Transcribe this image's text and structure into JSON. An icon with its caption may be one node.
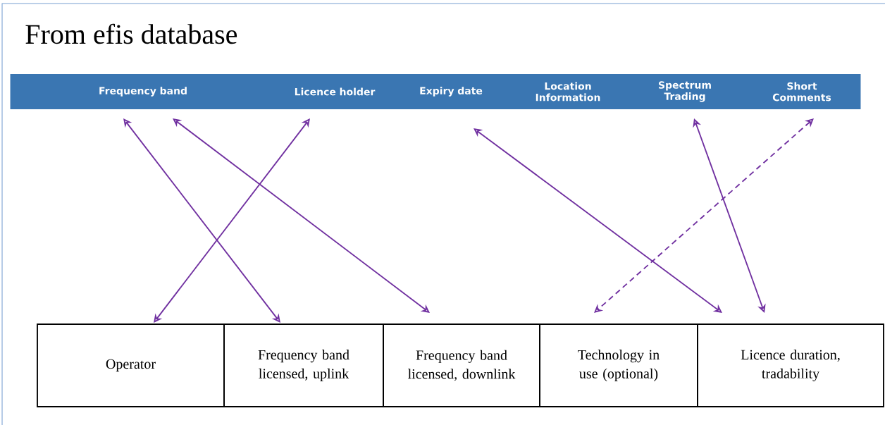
{
  "diagram": {
    "title": "From efis database",
    "nodes": [
      {
        "text": [],
        "shape": "bar"
      },
      {
        "text": [
          "Frequency band"
        ],
        "in": 0
      },
      {
        "text": [
          "Licence holder"
        ],
        "in": 0
      },
      {
        "text": [
          "Expiry date"
        ],
        "in": 0
      },
      {
        "text": [
          "Location Information"
        ],
        "in": 0
      },
      {
        "text": [
          "Spectrum Trading"
        ],
        "in": 0
      },
      {
        "text": [
          "Short Comments"
        ],
        "in": 0
      },
      {
        "text": [
          "Operator"
        ]
      },
      {
        "text": [
          "Frequency band licensed, uplink"
        ]
      },
      {
        "text": [
          "Frequency band licensed, downlink"
        ]
      },
      {
        "text": [
          "Technology in use (optional)"
        ]
      },
      {
        "text": [
          "Licence duration, tradability"
        ]
      }
    ],
    "edges": [
      {
        "from": 1,
        "to": 8,
        "arrow": "both",
        "color": "#7030a0"
      },
      {
        "from": 1,
        "to": 9,
        "arrow": "both",
        "color": "#7030a0"
      },
      {
        "from": 2,
        "to": 7,
        "arrow": "both",
        "color": "#7030a0"
      },
      {
        "from": 3,
        "to": 11,
        "arrow": "both",
        "color": "#7030a0"
      },
      {
        "from": 5,
        "to": 11,
        "arrow": "both",
        "color": "#7030a0"
      },
      {
        "from": 6,
        "to": 10,
        "arrow": "both",
        "style": "dashed",
        "color": "#7030a0"
      }
    ]
  }
}
